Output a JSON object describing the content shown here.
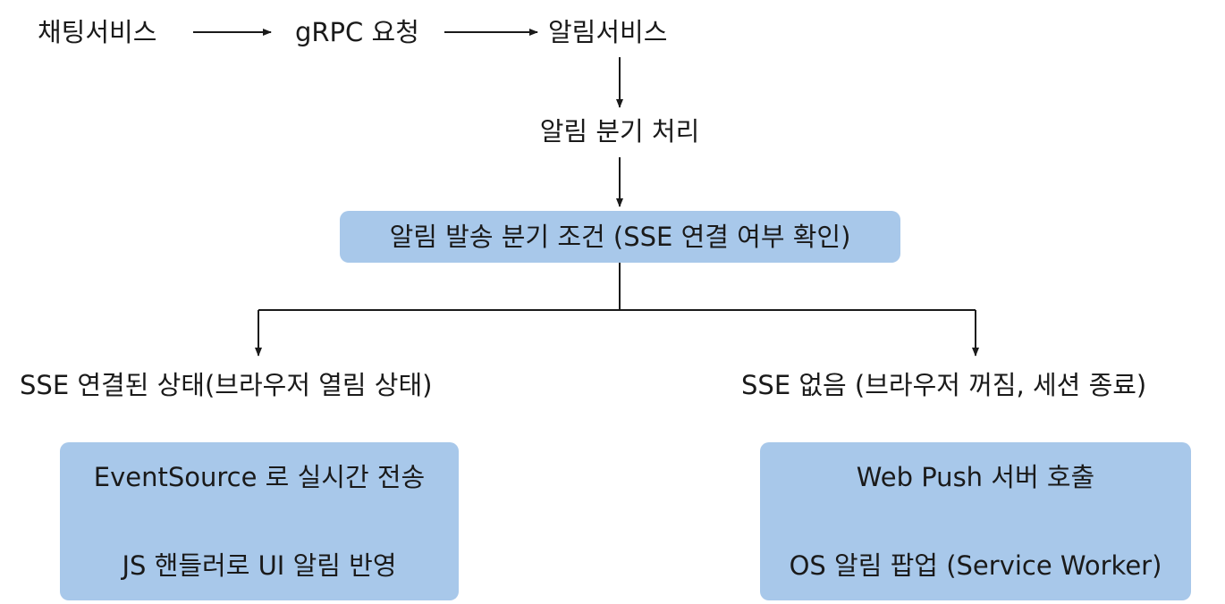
{
  "diagram": {
    "row1": {
      "chat_service": "채팅서비스",
      "grpc_request": "gRPC 요청",
      "notify_service": "알림서비스"
    },
    "branch_process": "알림 분기 처리",
    "condition_box": "알림 발송 분기 조건 (SSE 연결 여부 확인)",
    "left_branch": {
      "label": "SSE 연결된 상태(브라우저 열림 상태)",
      "box_line1": "EventSource 로 실시간 전송",
      "box_line2": "JS 핸들러로 UI 알림 반영"
    },
    "right_branch": {
      "label": "SSE 없음 (브라우저 꺼짐, 세션 종료)",
      "box_line1": "Web Push 서버 호출",
      "box_line2": "OS 알림 팝업 (Service Worker)"
    },
    "colors": {
      "box_fill": "#a8c8ea",
      "text": "#1a1a1a",
      "line": "#1a1a1a"
    }
  }
}
